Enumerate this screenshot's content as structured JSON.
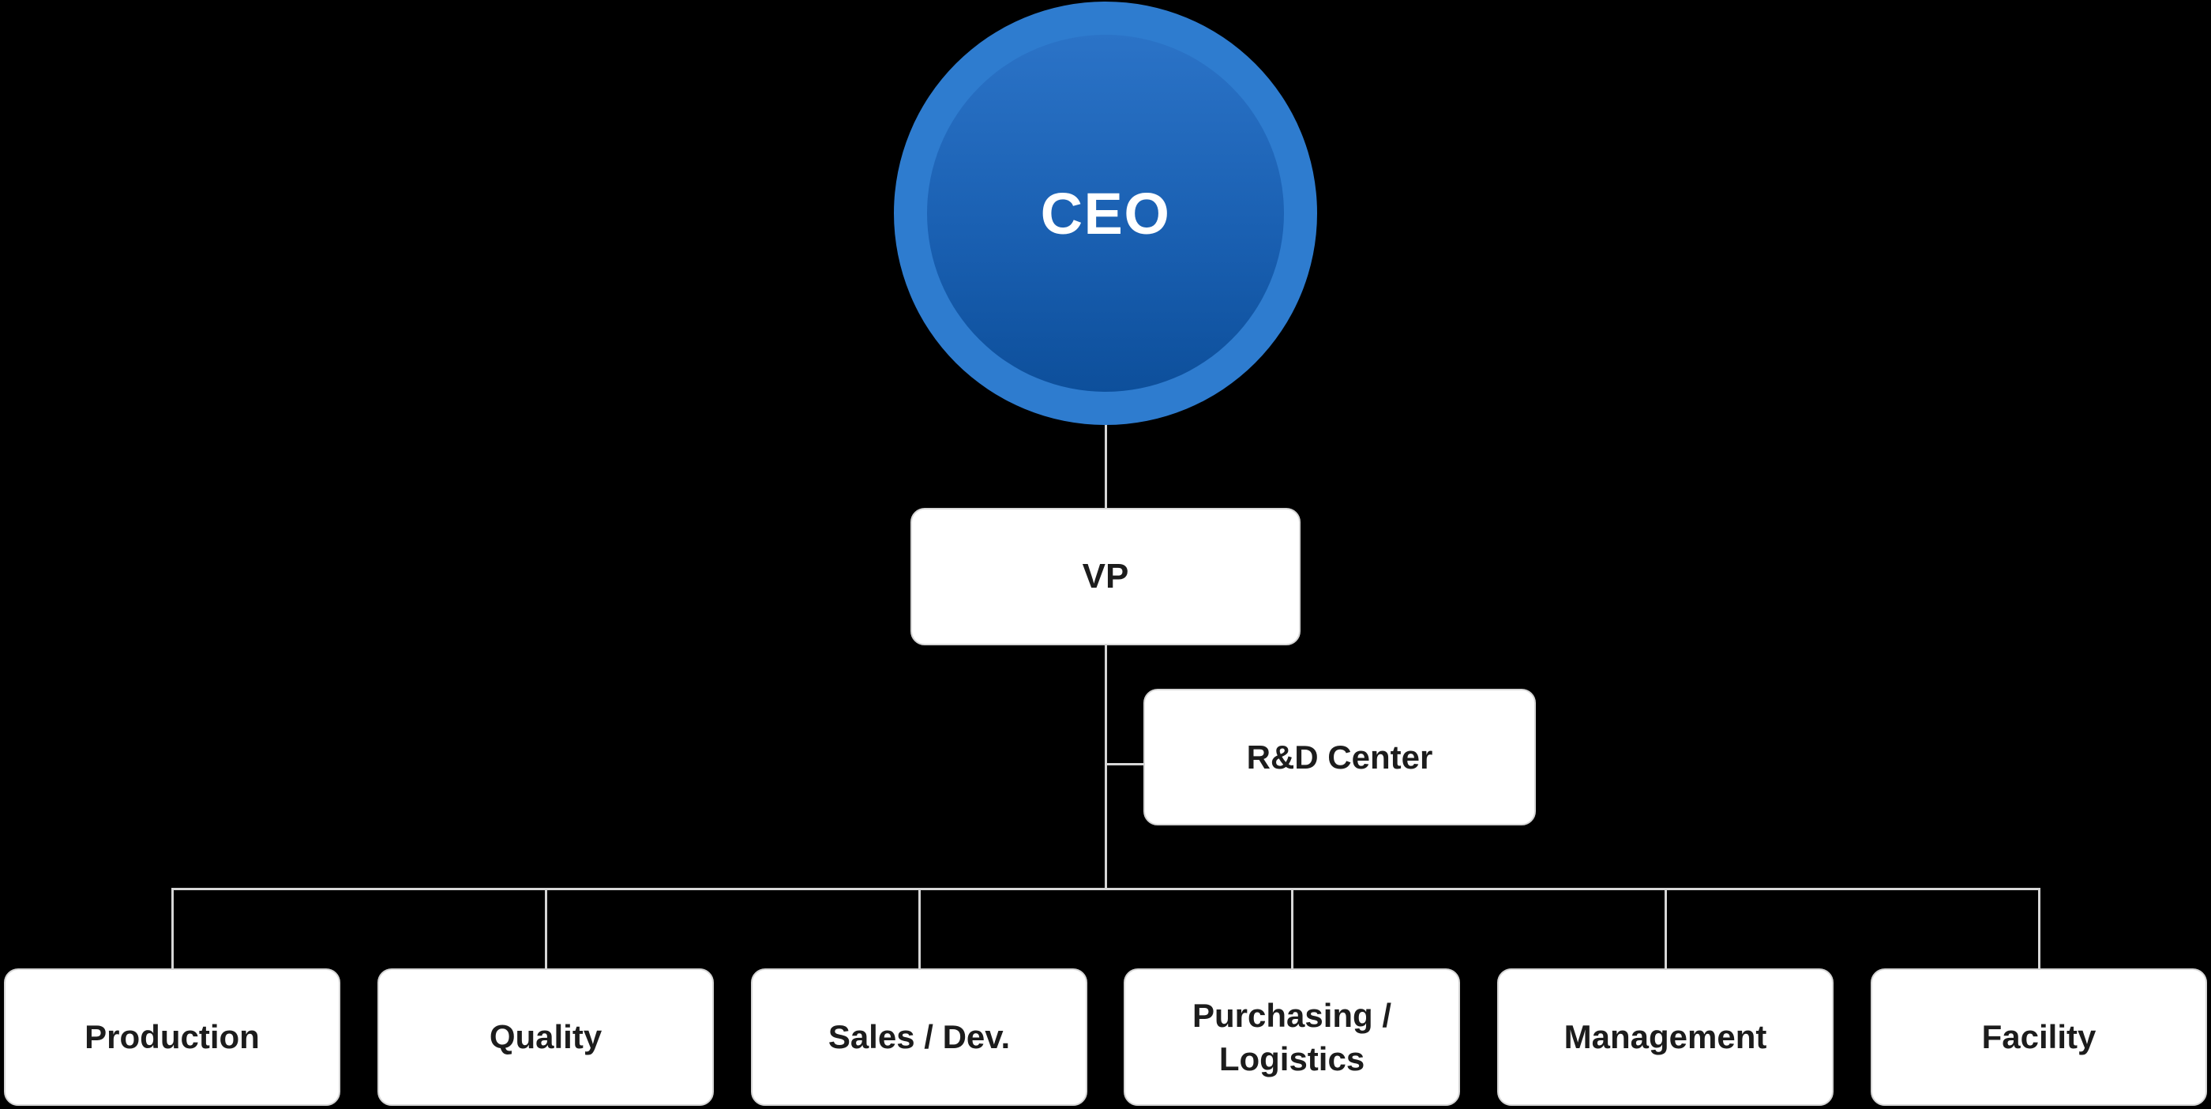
{
  "org_chart": {
    "background_color": "#000000",
    "connector_color": "#d6d6d6",
    "node": {
      "background_color": "#ffffff",
      "border_color": "#d6d6d6",
      "text_color": "#1c1c1c"
    },
    "ceo": {
      "label": "CEO",
      "ring_color": "#2e7ccf",
      "gradient_top": "#2b73c7",
      "gradient_bottom": "#0d4f9b",
      "text_color": "#ffffff"
    },
    "vp": {
      "label": "VP"
    },
    "rnd": {
      "label": "R&D Center"
    },
    "departments": [
      {
        "label": "Production"
      },
      {
        "label": "Quality"
      },
      {
        "label": "Sales / Dev."
      },
      {
        "label": "Purchasing / Logistics"
      },
      {
        "label": "Management"
      },
      {
        "label": "Facility"
      }
    ]
  }
}
